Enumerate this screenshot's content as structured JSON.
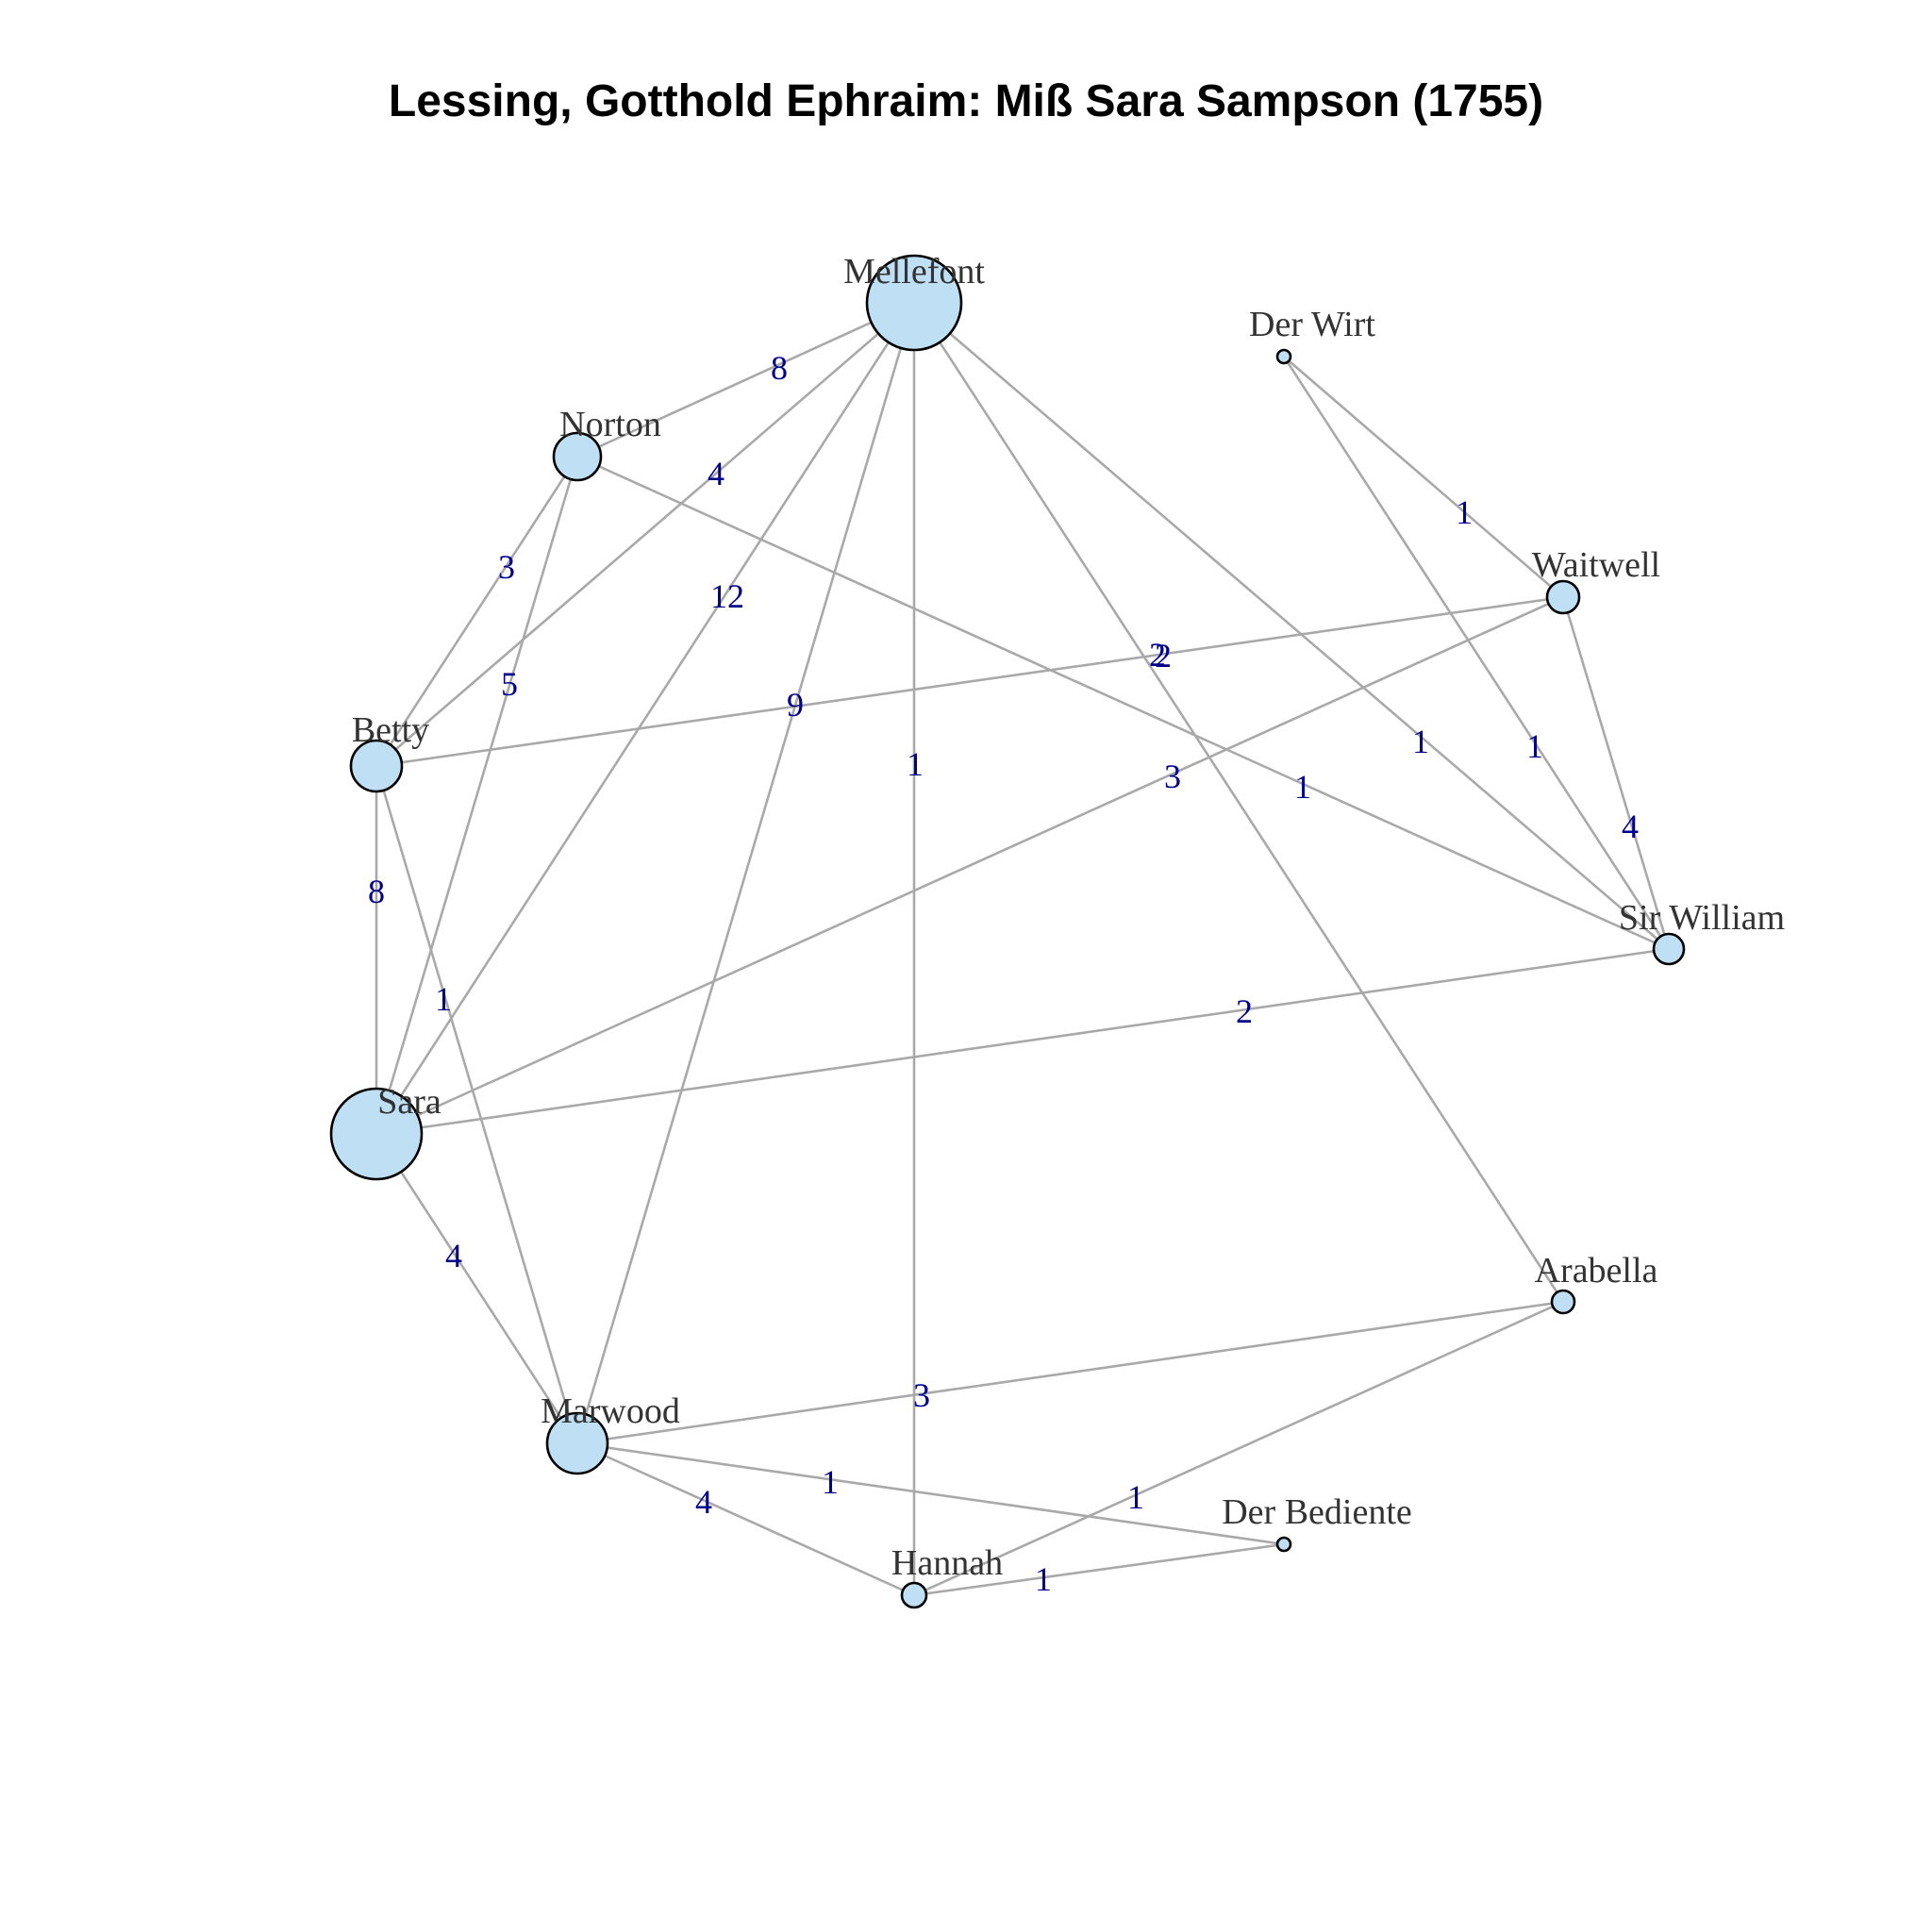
{
  "title": "Lessing, Gotthold Ephraim: Miß Sara Sampson (1755)",
  "colors": {
    "node_fill": "#bfdff5",
    "edge": "#a9a9a9",
    "edge_label": "#00008b",
    "node_label": "#333333"
  },
  "nodes": [
    {
      "id": "mellefont",
      "label": "Mellefont"
    },
    {
      "id": "der_wirt",
      "label": "Der Wirt"
    },
    {
      "id": "norton",
      "label": "Norton"
    },
    {
      "id": "waitwell",
      "label": "Waitwell"
    },
    {
      "id": "betty",
      "label": "Betty"
    },
    {
      "id": "sir_william",
      "label": "Sir William"
    },
    {
      "id": "sara",
      "label": "Sara"
    },
    {
      "id": "arabella",
      "label": "Arabella"
    },
    {
      "id": "marwood",
      "label": "Marwood"
    },
    {
      "id": "der_bediente",
      "label": "Der Bediente"
    },
    {
      "id": "hannah",
      "label": "Hannah"
    }
  ],
  "edges": [
    {
      "source": "mellefont",
      "target": "norton",
      "weight": "8"
    },
    {
      "source": "mellefont",
      "target": "betty",
      "weight": "4"
    },
    {
      "source": "mellefont",
      "target": "sara",
      "weight": "12"
    },
    {
      "source": "mellefont",
      "target": "marwood",
      "weight": "9"
    },
    {
      "source": "mellefont",
      "target": "hannah",
      "weight": "1"
    },
    {
      "source": "mellefont",
      "target": "arabella",
      "weight": "2"
    },
    {
      "source": "mellefont",
      "target": "sir_william",
      "weight": "1"
    },
    {
      "source": "der_wirt",
      "target": "waitwell",
      "weight": "1"
    },
    {
      "source": "der_wirt",
      "target": "sir_william",
      "weight": "1"
    },
    {
      "source": "norton",
      "target": "betty",
      "weight": "3"
    },
    {
      "source": "norton",
      "target": "sara",
      "weight": "5"
    },
    {
      "source": "norton",
      "target": "sir_william",
      "weight": "1"
    },
    {
      "source": "waitwell",
      "target": "betty",
      "weight": "2"
    },
    {
      "source": "waitwell",
      "target": "sara",
      "weight": "3"
    },
    {
      "source": "waitwell",
      "target": "sir_william",
      "weight": "4"
    },
    {
      "source": "betty",
      "target": "sara",
      "weight": "8"
    },
    {
      "source": "betty",
      "target": "marwood",
      "weight": "1"
    },
    {
      "source": "sara",
      "target": "sir_william",
      "weight": "2"
    },
    {
      "source": "sara",
      "target": "marwood",
      "weight": "4"
    },
    {
      "source": "marwood",
      "target": "arabella",
      "weight": "3"
    },
    {
      "source": "marwood",
      "target": "der_bediente",
      "weight": "1"
    },
    {
      "source": "marwood",
      "target": "hannah",
      "weight": "4"
    },
    {
      "source": "hannah",
      "target": "arabella",
      "weight": "1"
    },
    {
      "source": "hannah",
      "target": "der_bediente",
      "weight": "1"
    }
  ]
}
